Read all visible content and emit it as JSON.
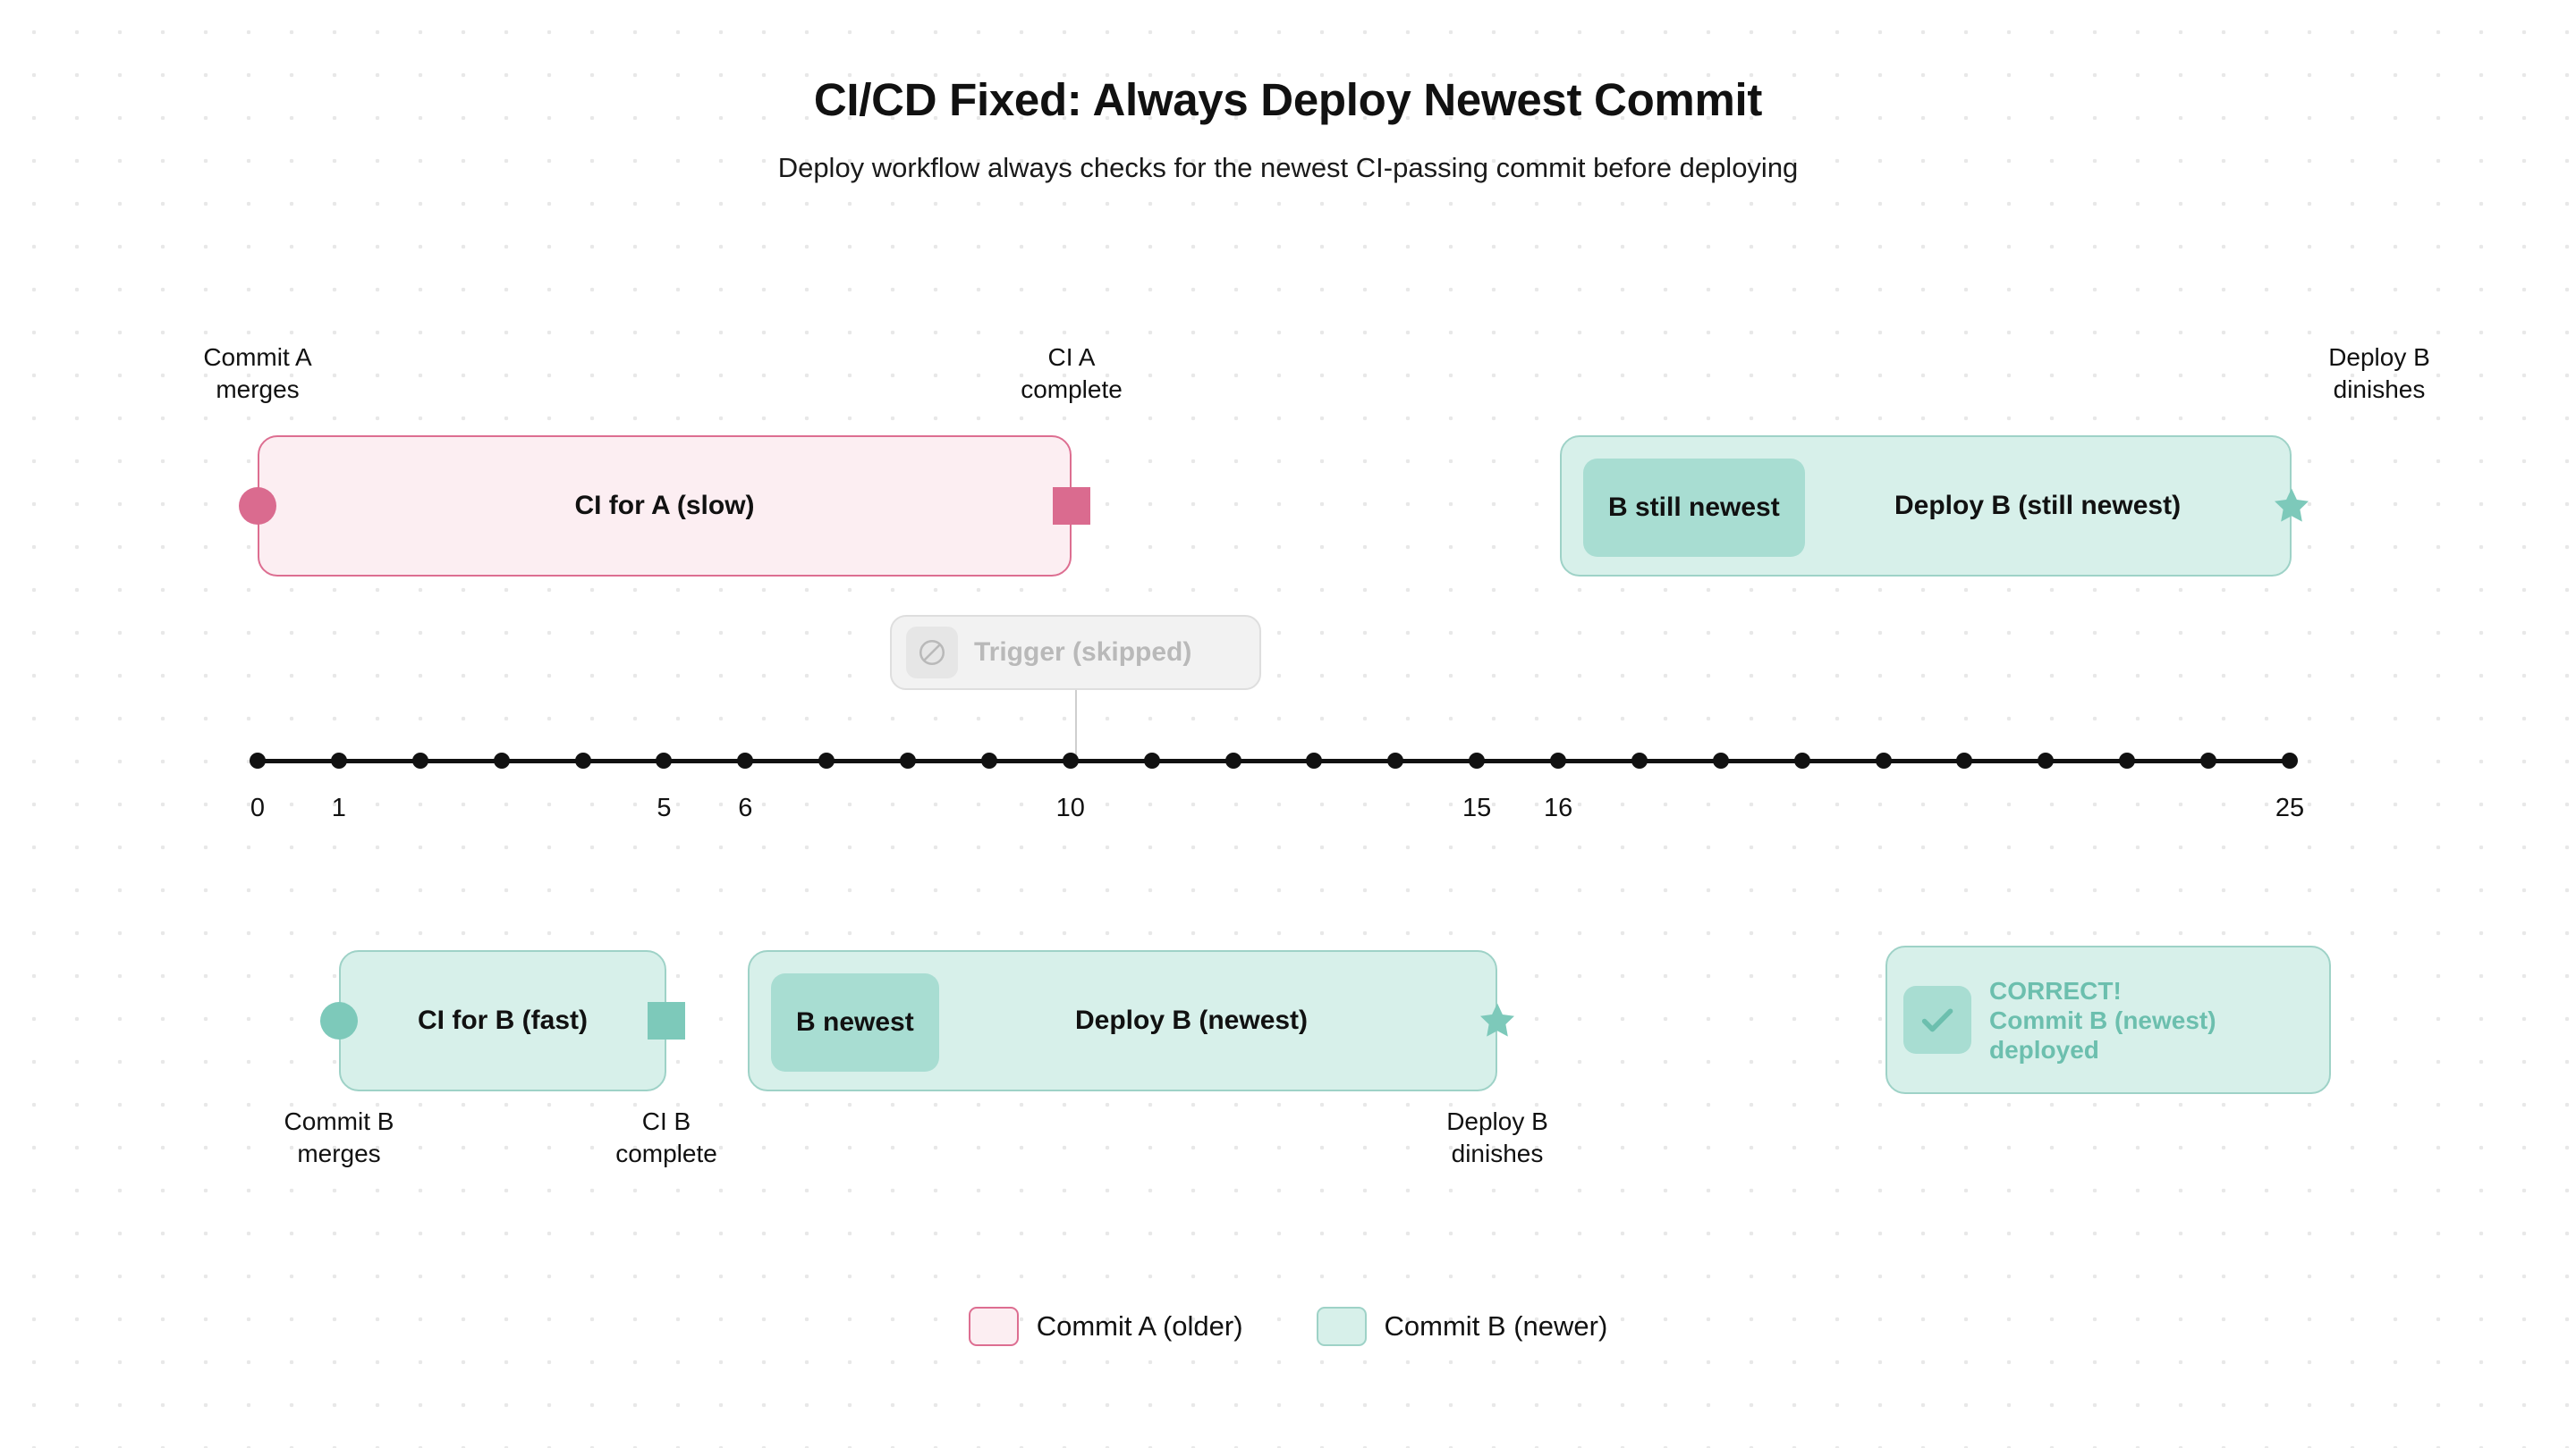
{
  "header": {
    "title": "CI/CD Fixed: Always Deploy Newest Commit",
    "subtitle": "Deploy workflow always checks for the newest CI-passing commit before deploying"
  },
  "colors": {
    "commit_a_fill": "#fceef2",
    "commit_a_stroke": "#dd6e91",
    "commit_a_marker": "#da6b8f",
    "commit_b_fill": "#d7f0ea",
    "commit_b_stroke": "#9ed2c7",
    "commit_b_marker": "#7dc9ba",
    "commit_b_inner": "#a8ddd2",
    "skipped_fill": "#f2f2f2",
    "skipped_text": "#b9b9b9",
    "verdict_text": "#6cbfae"
  },
  "timeline": {
    "start": 0,
    "end": 25,
    "tick_labels": [
      {
        "value": 0,
        "label": "0"
      },
      {
        "value": 1,
        "label": "1"
      },
      {
        "value": 5,
        "label": "5"
      },
      {
        "value": 6,
        "label": "6"
      },
      {
        "value": 10,
        "label": "10"
      },
      {
        "value": 15,
        "label": "15"
      },
      {
        "value": 16,
        "label": "16"
      },
      {
        "value": 25,
        "label": "25"
      }
    ]
  },
  "lane_a": {
    "bar_label": "CI for A (slow)",
    "start": 0,
    "end": 10,
    "start_marker": "circle",
    "end_marker": "square",
    "annotation_start": "Commit A\nmerges",
    "annotation_end": "CI A\ncomplete"
  },
  "lane_a_deploy": {
    "inner_pill_label": "B still newest",
    "bar_label": "Deploy B (still newest)",
    "start": 16,
    "end": 25,
    "end_marker": "star",
    "annotation_end": "Deploy B\ndinishes"
  },
  "skipped": {
    "label": "Trigger (skipped)",
    "icon": "no-entry-icon",
    "at": 10
  },
  "lane_b": {
    "bar_label": "CI for B (fast)",
    "start": 1,
    "end": 6,
    "start_marker": "circle",
    "end_marker": "square",
    "annotation_start": "Commit B\nmerges",
    "annotation_end": "CI B\ncomplete"
  },
  "lane_b_deploy": {
    "inner_pill_label": "B newest",
    "bar_label": "Deploy B (newest)",
    "start": 6,
    "end": 16,
    "end_marker": "star",
    "annotation_end": "Deploy B\ndinishes"
  },
  "verdict": {
    "icon": "check-icon",
    "text": "CORRECT!\nCommit B (newest)\ndeployed"
  },
  "legend": {
    "items": [
      {
        "label": "Commit A (older)",
        "swatch": "pink"
      },
      {
        "label": "Commit B (newer)",
        "swatch": "teal"
      }
    ]
  }
}
